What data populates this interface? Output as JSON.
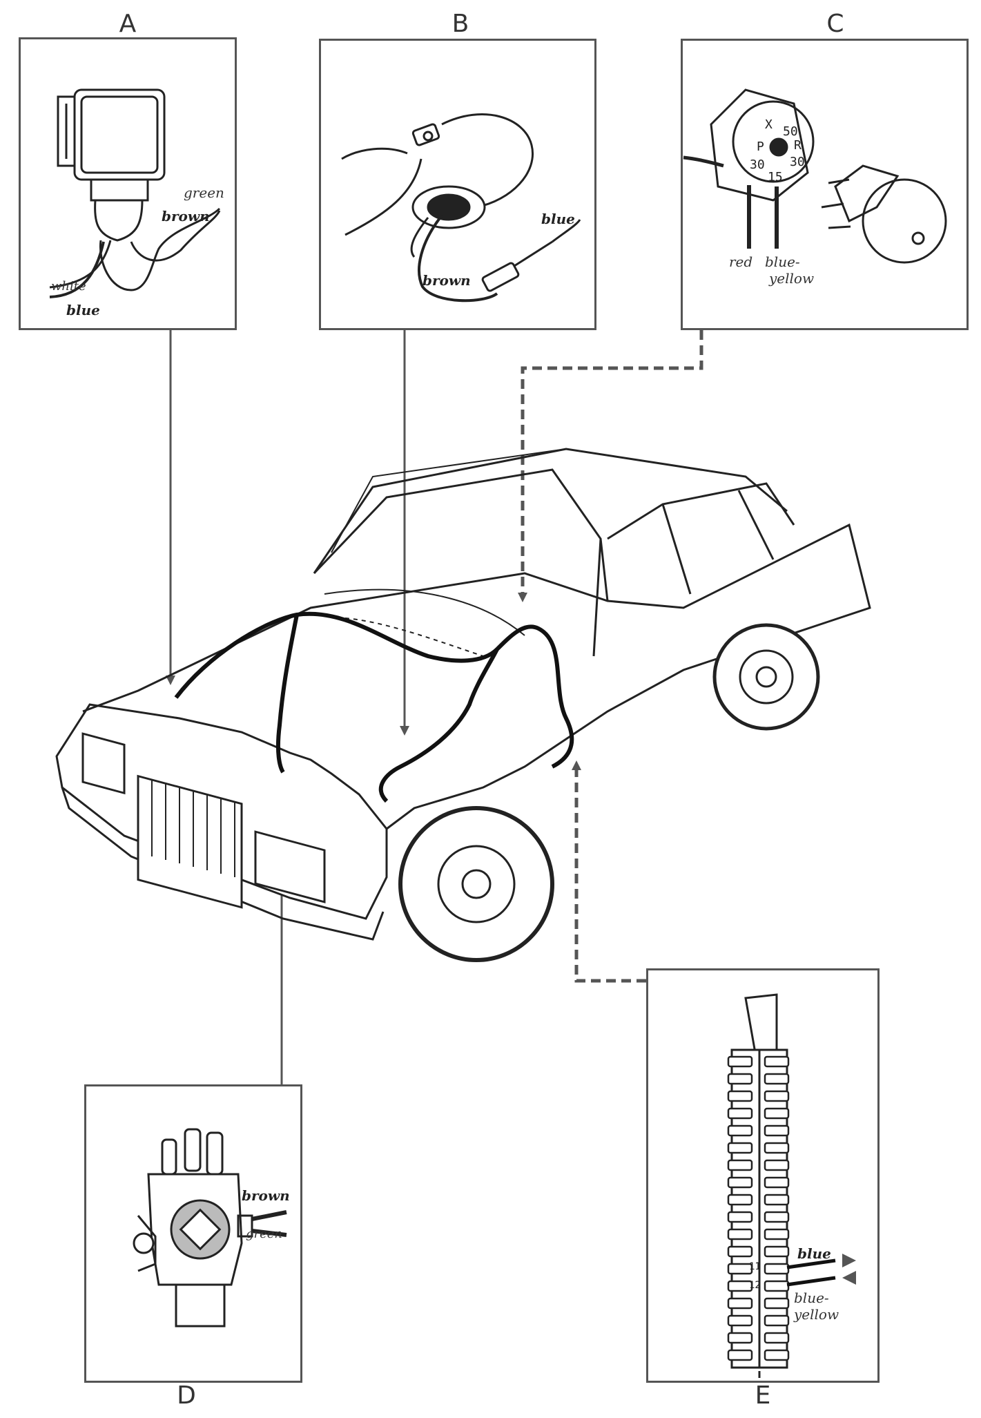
{
  "panels": {
    "a": {
      "letter": "A",
      "labels": {
        "green": "green",
        "brown": "brown",
        "white": "white",
        "blue": "blue"
      }
    },
    "b": {
      "letter": "B",
      "labels": {
        "blue": "blue",
        "brown": "brown"
      }
    },
    "c": {
      "letter": "C",
      "labels": {
        "red": "red",
        "blue_yellow_1": "blue-",
        "blue_yellow_2": "yellow"
      },
      "terminals": {
        "x": "X",
        "p": "P",
        "r": "R",
        "t50": "50",
        "t30a": "30",
        "t15": "15",
        "t30b": "30"
      }
    },
    "d": {
      "letter": "D",
      "labels": {
        "brown": "brown",
        "green": "green"
      }
    },
    "e": {
      "letter": "E",
      "labels": {
        "blue": "blue",
        "blue_yellow_1": "blue-",
        "blue_yellow_2": "yellow"
      },
      "terminals": {
        "t11": "11",
        "t12": "12"
      }
    }
  },
  "colors": {
    "line": "#2a2a2a",
    "panel_border": "#555555",
    "leader": "#555555",
    "background": "#ffffff"
  }
}
